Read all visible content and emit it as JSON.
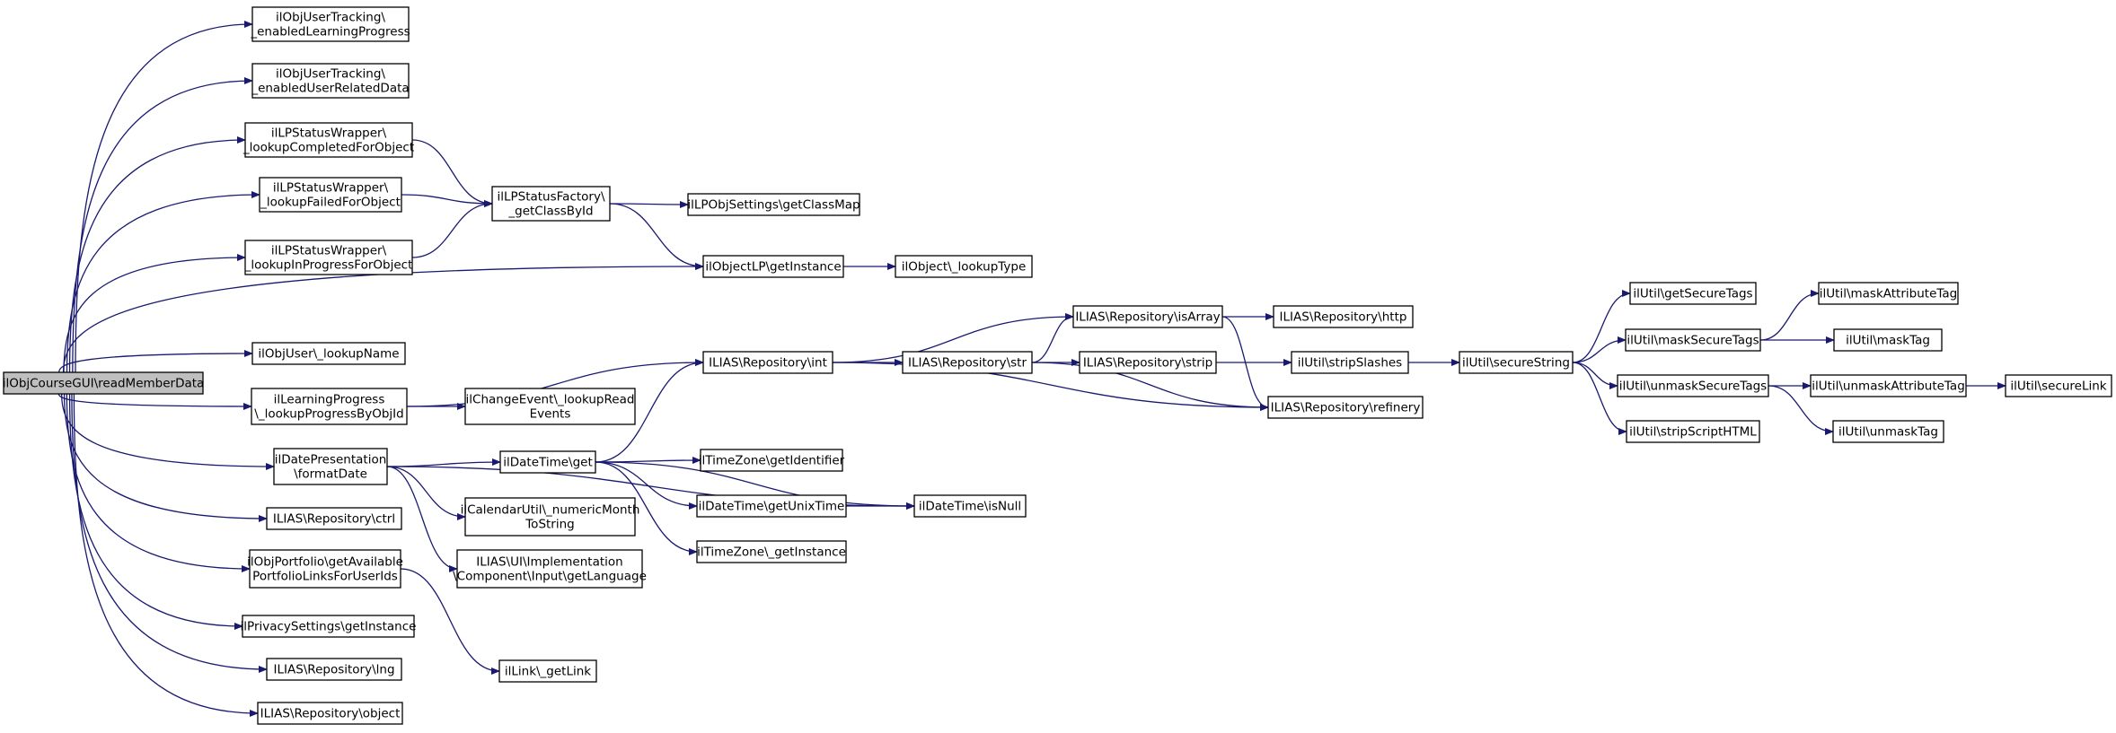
{
  "graph": {
    "colors": {
      "edge": "#191970",
      "node_border": "#000000",
      "root_fill": "#bfbfbf",
      "node_fill": "#ffffff"
    },
    "nodes": [
      {
        "id": "root",
        "lines": [
          "ilObjCourseGUI\\readMemberData"
        ],
        "root": true
      },
      {
        "id": "n1",
        "lines": [
          "ilObjUserTracking\\",
          "_enabledLearningProgress"
        ]
      },
      {
        "id": "n2",
        "lines": [
          "ilObjUserTracking\\",
          "_enabledUserRelatedData"
        ]
      },
      {
        "id": "n3",
        "lines": [
          "ilLPStatusWrapper\\",
          "_lookupCompletedForObject"
        ]
      },
      {
        "id": "n4",
        "lines": [
          "ilLPStatusWrapper\\",
          "_lookupFailedForObject"
        ]
      },
      {
        "id": "n5",
        "lines": [
          "ilLPStatusWrapper\\",
          "_lookupInProgressForObject"
        ]
      },
      {
        "id": "n6",
        "lines": [
          "ilObjUser\\_lookupName"
        ]
      },
      {
        "id": "n7",
        "lines": [
          "ilLearningProgress",
          "\\_lookupProgressByObjId"
        ]
      },
      {
        "id": "n8",
        "lines": [
          "ilDatePresentation",
          "\\formatDate"
        ]
      },
      {
        "id": "n9",
        "lines": [
          "ILIAS\\Repository\\ctrl"
        ]
      },
      {
        "id": "n10",
        "lines": [
          "ilObjPortfolio\\getAvailable",
          "PortfolioLinksForUserIds"
        ]
      },
      {
        "id": "n11",
        "lines": [
          "ilPrivacySettings\\getInstance"
        ]
      },
      {
        "id": "n12",
        "lines": [
          "ILIAS\\Repository\\lng"
        ]
      },
      {
        "id": "n13",
        "lines": [
          "ILIAS\\Repository\\object"
        ]
      },
      {
        "id": "n14",
        "lines": [
          "ilLPStatusFactory\\",
          "_getClassById"
        ]
      },
      {
        "id": "n15",
        "lines": [
          "ilLPObjSettings\\getClassMap"
        ]
      },
      {
        "id": "n16",
        "lines": [
          "ilObjectLP\\getInstance"
        ]
      },
      {
        "id": "n17",
        "lines": [
          "ilObject\\_lookupType"
        ]
      },
      {
        "id": "n18",
        "lines": [
          "ILIAS\\Repository\\int"
        ]
      },
      {
        "id": "n19",
        "lines": [
          "ilChangeEvent\\_lookupRead",
          "Events"
        ]
      },
      {
        "id": "n20",
        "lines": [
          "ilDateTime\\get"
        ]
      },
      {
        "id": "n21",
        "lines": [
          "ilCalendarUtil\\_numericMonth",
          "ToString"
        ]
      },
      {
        "id": "n22",
        "lines": [
          "ILIAS\\UI\\Implementation",
          "\\Component\\Input\\getLanguage"
        ]
      },
      {
        "id": "n23",
        "lines": [
          "ilLink\\_getLink"
        ]
      },
      {
        "id": "n24",
        "lines": [
          "ILIAS\\Repository\\str"
        ]
      },
      {
        "id": "n25",
        "lines": [
          "ILIAS\\Repository\\isArray"
        ]
      },
      {
        "id": "n26",
        "lines": [
          "ILIAS\\Repository\\refinery"
        ]
      },
      {
        "id": "n27",
        "lines": [
          "ilTimeZone\\getIdentifier"
        ]
      },
      {
        "id": "n28",
        "lines": [
          "ilDateTime\\getUnixTime"
        ]
      },
      {
        "id": "n29",
        "lines": [
          "ilTimeZone\\_getInstance"
        ]
      },
      {
        "id": "n30",
        "lines": [
          "ilDateTime\\isNull"
        ]
      },
      {
        "id": "n31",
        "lines": [
          "ILIAS\\Repository\\http"
        ]
      },
      {
        "id": "n32",
        "lines": [
          "ILIAS\\Repository\\strip"
        ]
      },
      {
        "id": "n33",
        "lines": [
          "ilUtil\\stripSlashes"
        ]
      },
      {
        "id": "n34",
        "lines": [
          "ilUtil\\secureString"
        ]
      },
      {
        "id": "n35",
        "lines": [
          "ilUtil\\getSecureTags"
        ]
      },
      {
        "id": "n36",
        "lines": [
          "ilUtil\\maskSecureTags"
        ]
      },
      {
        "id": "n37",
        "lines": [
          "ilUtil\\unmaskSecureTags"
        ]
      },
      {
        "id": "n38",
        "lines": [
          "ilUtil\\stripScriptHTML"
        ]
      },
      {
        "id": "n39",
        "lines": [
          "ilUtil\\maskAttributeTag"
        ]
      },
      {
        "id": "n40",
        "lines": [
          "ilUtil\\maskTag"
        ]
      },
      {
        "id": "n41",
        "lines": [
          "ilUtil\\unmaskAttributeTag"
        ]
      },
      {
        "id": "n42",
        "lines": [
          "ilUtil\\unmaskTag"
        ]
      },
      {
        "id": "n43",
        "lines": [
          "ilUtil\\secureLink"
        ]
      }
    ],
    "edges": [
      [
        "root",
        "n1"
      ],
      [
        "root",
        "n2"
      ],
      [
        "root",
        "n3"
      ],
      [
        "root",
        "n4"
      ],
      [
        "root",
        "n5"
      ],
      [
        "root",
        "n16"
      ],
      [
        "root",
        "n6"
      ],
      [
        "root",
        "n7"
      ],
      [
        "root",
        "n8"
      ],
      [
        "root",
        "n9"
      ],
      [
        "root",
        "n10"
      ],
      [
        "root",
        "n11"
      ],
      [
        "root",
        "n12"
      ],
      [
        "root",
        "n13"
      ],
      [
        "n3",
        "n14"
      ],
      [
        "n4",
        "n14"
      ],
      [
        "n5",
        "n14"
      ],
      [
        "n14",
        "n15"
      ],
      [
        "n14",
        "n16"
      ],
      [
        "n16",
        "n17"
      ],
      [
        "n7",
        "n18"
      ],
      [
        "n7",
        "n19"
      ],
      [
        "n8",
        "n20"
      ],
      [
        "n8",
        "n21"
      ],
      [
        "n8",
        "n22"
      ],
      [
        "n8",
        "n30"
      ],
      [
        "n10",
        "n23"
      ],
      [
        "n18",
        "n24"
      ],
      [
        "n18",
        "n25"
      ],
      [
        "n18",
        "n26"
      ],
      [
        "n20",
        "n18"
      ],
      [
        "n20",
        "n27"
      ],
      [
        "n20",
        "n28"
      ],
      [
        "n20",
        "n29"
      ],
      [
        "n20",
        "n30"
      ],
      [
        "n24",
        "n25"
      ],
      [
        "n24",
        "n32"
      ],
      [
        "n24",
        "n26"
      ],
      [
        "n25",
        "n31"
      ],
      [
        "n25",
        "n26"
      ],
      [
        "n28",
        "n30"
      ],
      [
        "n32",
        "n33"
      ],
      [
        "n33",
        "n34"
      ],
      [
        "n34",
        "n35"
      ],
      [
        "n34",
        "n36"
      ],
      [
        "n34",
        "n37"
      ],
      [
        "n34",
        "n38"
      ],
      [
        "n36",
        "n39"
      ],
      [
        "n36",
        "n40"
      ],
      [
        "n37",
        "n41"
      ],
      [
        "n37",
        "n42"
      ],
      [
        "n41",
        "n43"
      ]
    ]
  }
}
